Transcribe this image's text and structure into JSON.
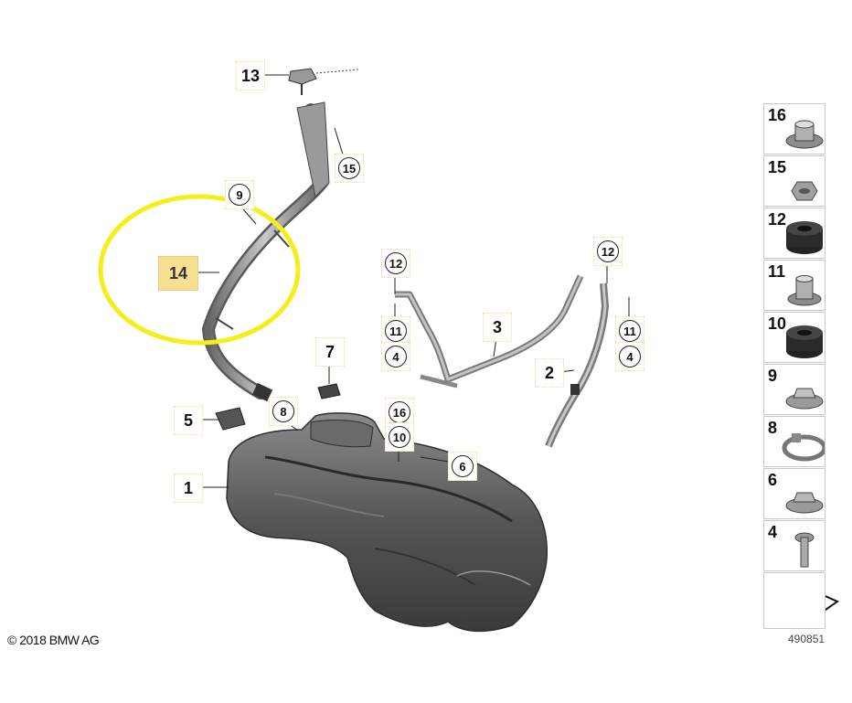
{
  "callouts": {
    "c1": "1",
    "c2": "2",
    "c3": "3",
    "c4a": "4",
    "c4b": "4",
    "c5": "5",
    "c6": "6",
    "c7": "7",
    "c8": "8",
    "c9": "9",
    "c10": "10",
    "c11a": "11",
    "c11b": "11",
    "c12a": "12",
    "c12b": "12",
    "c13": "13",
    "c14": "14",
    "c15": "15",
    "c16": "16"
  },
  "side_parts": [
    {
      "label": "16",
      "icon": "collar-nut-icon"
    },
    {
      "label": "15",
      "icon": "hex-nut-icon"
    },
    {
      "label": "12",
      "icon": "rubber-grommet-icon"
    },
    {
      "label": "11",
      "icon": "collar-nut-icon"
    },
    {
      "label": "10",
      "icon": "rubber-grommet-icon"
    },
    {
      "label": "9",
      "icon": "flange-nut-icon"
    },
    {
      "label": "8",
      "icon": "hose-clamp-icon"
    },
    {
      "label": "6",
      "icon": "flange-nut-icon"
    },
    {
      "label": "4",
      "icon": "bolt-icon"
    }
  ],
  "footer": {
    "copyright": "© 2018 BMW AG",
    "diagram_id": "490851"
  },
  "colors": {
    "highlight_ring": "#f5ee1a",
    "highlight_label": "#f6df93",
    "part_gray": "#8a8a8a",
    "tank_dark": "#4a4a4a"
  }
}
